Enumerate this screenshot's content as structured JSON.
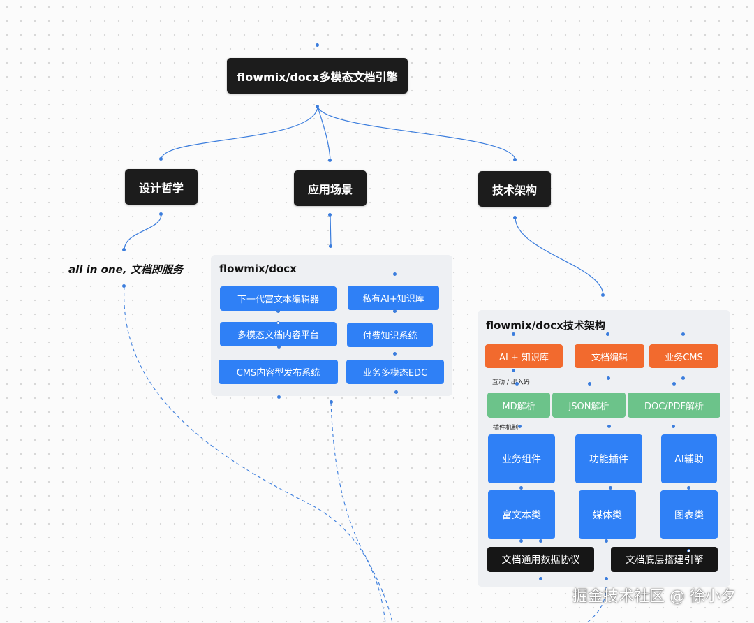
{
  "root": {
    "label": "flowmix/docx多模态文档引擎"
  },
  "branches": {
    "design": {
      "label": "设计哲学"
    },
    "scenario": {
      "label": "应用场景"
    },
    "architecture": {
      "label": "技术架构"
    }
  },
  "design_tagline": "all in one, 文档即服务",
  "scenario_group": {
    "title": "flowmix/docx",
    "items": [
      "下一代富文本编辑器",
      "私有AI+知识库",
      "多模态文档内容平台",
      "付费知识系统",
      "CMS内容型发布系统",
      "业务多模态EDC"
    ]
  },
  "architecture_group": {
    "title": "flowmix/docx技术架构",
    "top_items": [
      "AI + 知识库",
      "文档编辑",
      "业务CMS"
    ],
    "note_interaction": "互动 / 出入码",
    "parsers": [
      "MD解析",
      "JSON解析",
      "DOC/PDF解析"
    ],
    "note_plugins": "插件机制",
    "plugins": [
      "业务组件",
      "功能插件",
      "AI辅助",
      "富文本类",
      "媒体类",
      "图表类"
    ],
    "foundation": [
      "文档通用数据协议",
      "文档底层搭建引擎"
    ]
  },
  "colors": {
    "dark_node": "#1c1c1c",
    "blue": "#2f80f6",
    "orange": "#f26a2e",
    "green": "#6cc38a",
    "connector": "#3b7ddd"
  },
  "watermark": "掘金技术社区 @ 徐小夕"
}
